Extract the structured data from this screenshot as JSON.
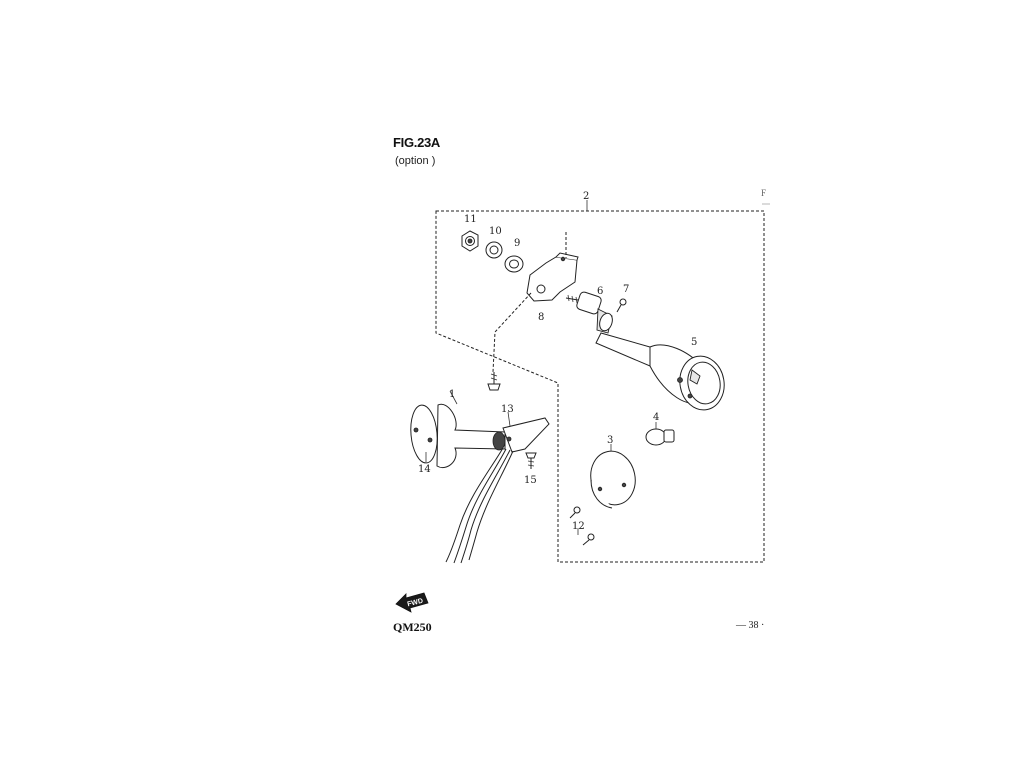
{
  "header": {
    "figure_title": "FIG.23A",
    "subtitle": "(option )"
  },
  "footer": {
    "model": "QM250",
    "page_number": "— 38 ·",
    "fwd_arrow_label": "FWD"
  },
  "corner_mark": "F",
  "callouts": [
    "1",
    "2",
    "3",
    "4",
    "5",
    "6",
    "7",
    "8",
    "9",
    "10",
    "11",
    "12",
    "13",
    "14",
    "15"
  ]
}
